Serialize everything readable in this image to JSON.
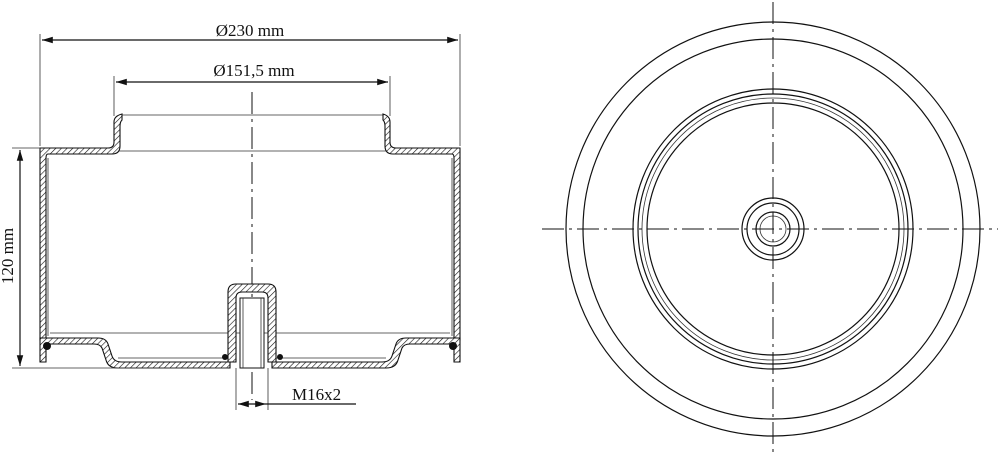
{
  "dimensions": {
    "outer_diameter": "Ø230 mm",
    "inner_diameter": "Ø151,5  mm",
    "height": "120 mm",
    "thread": "M16x2"
  },
  "colors": {
    "line": "#111111",
    "background": "#ffffff"
  }
}
